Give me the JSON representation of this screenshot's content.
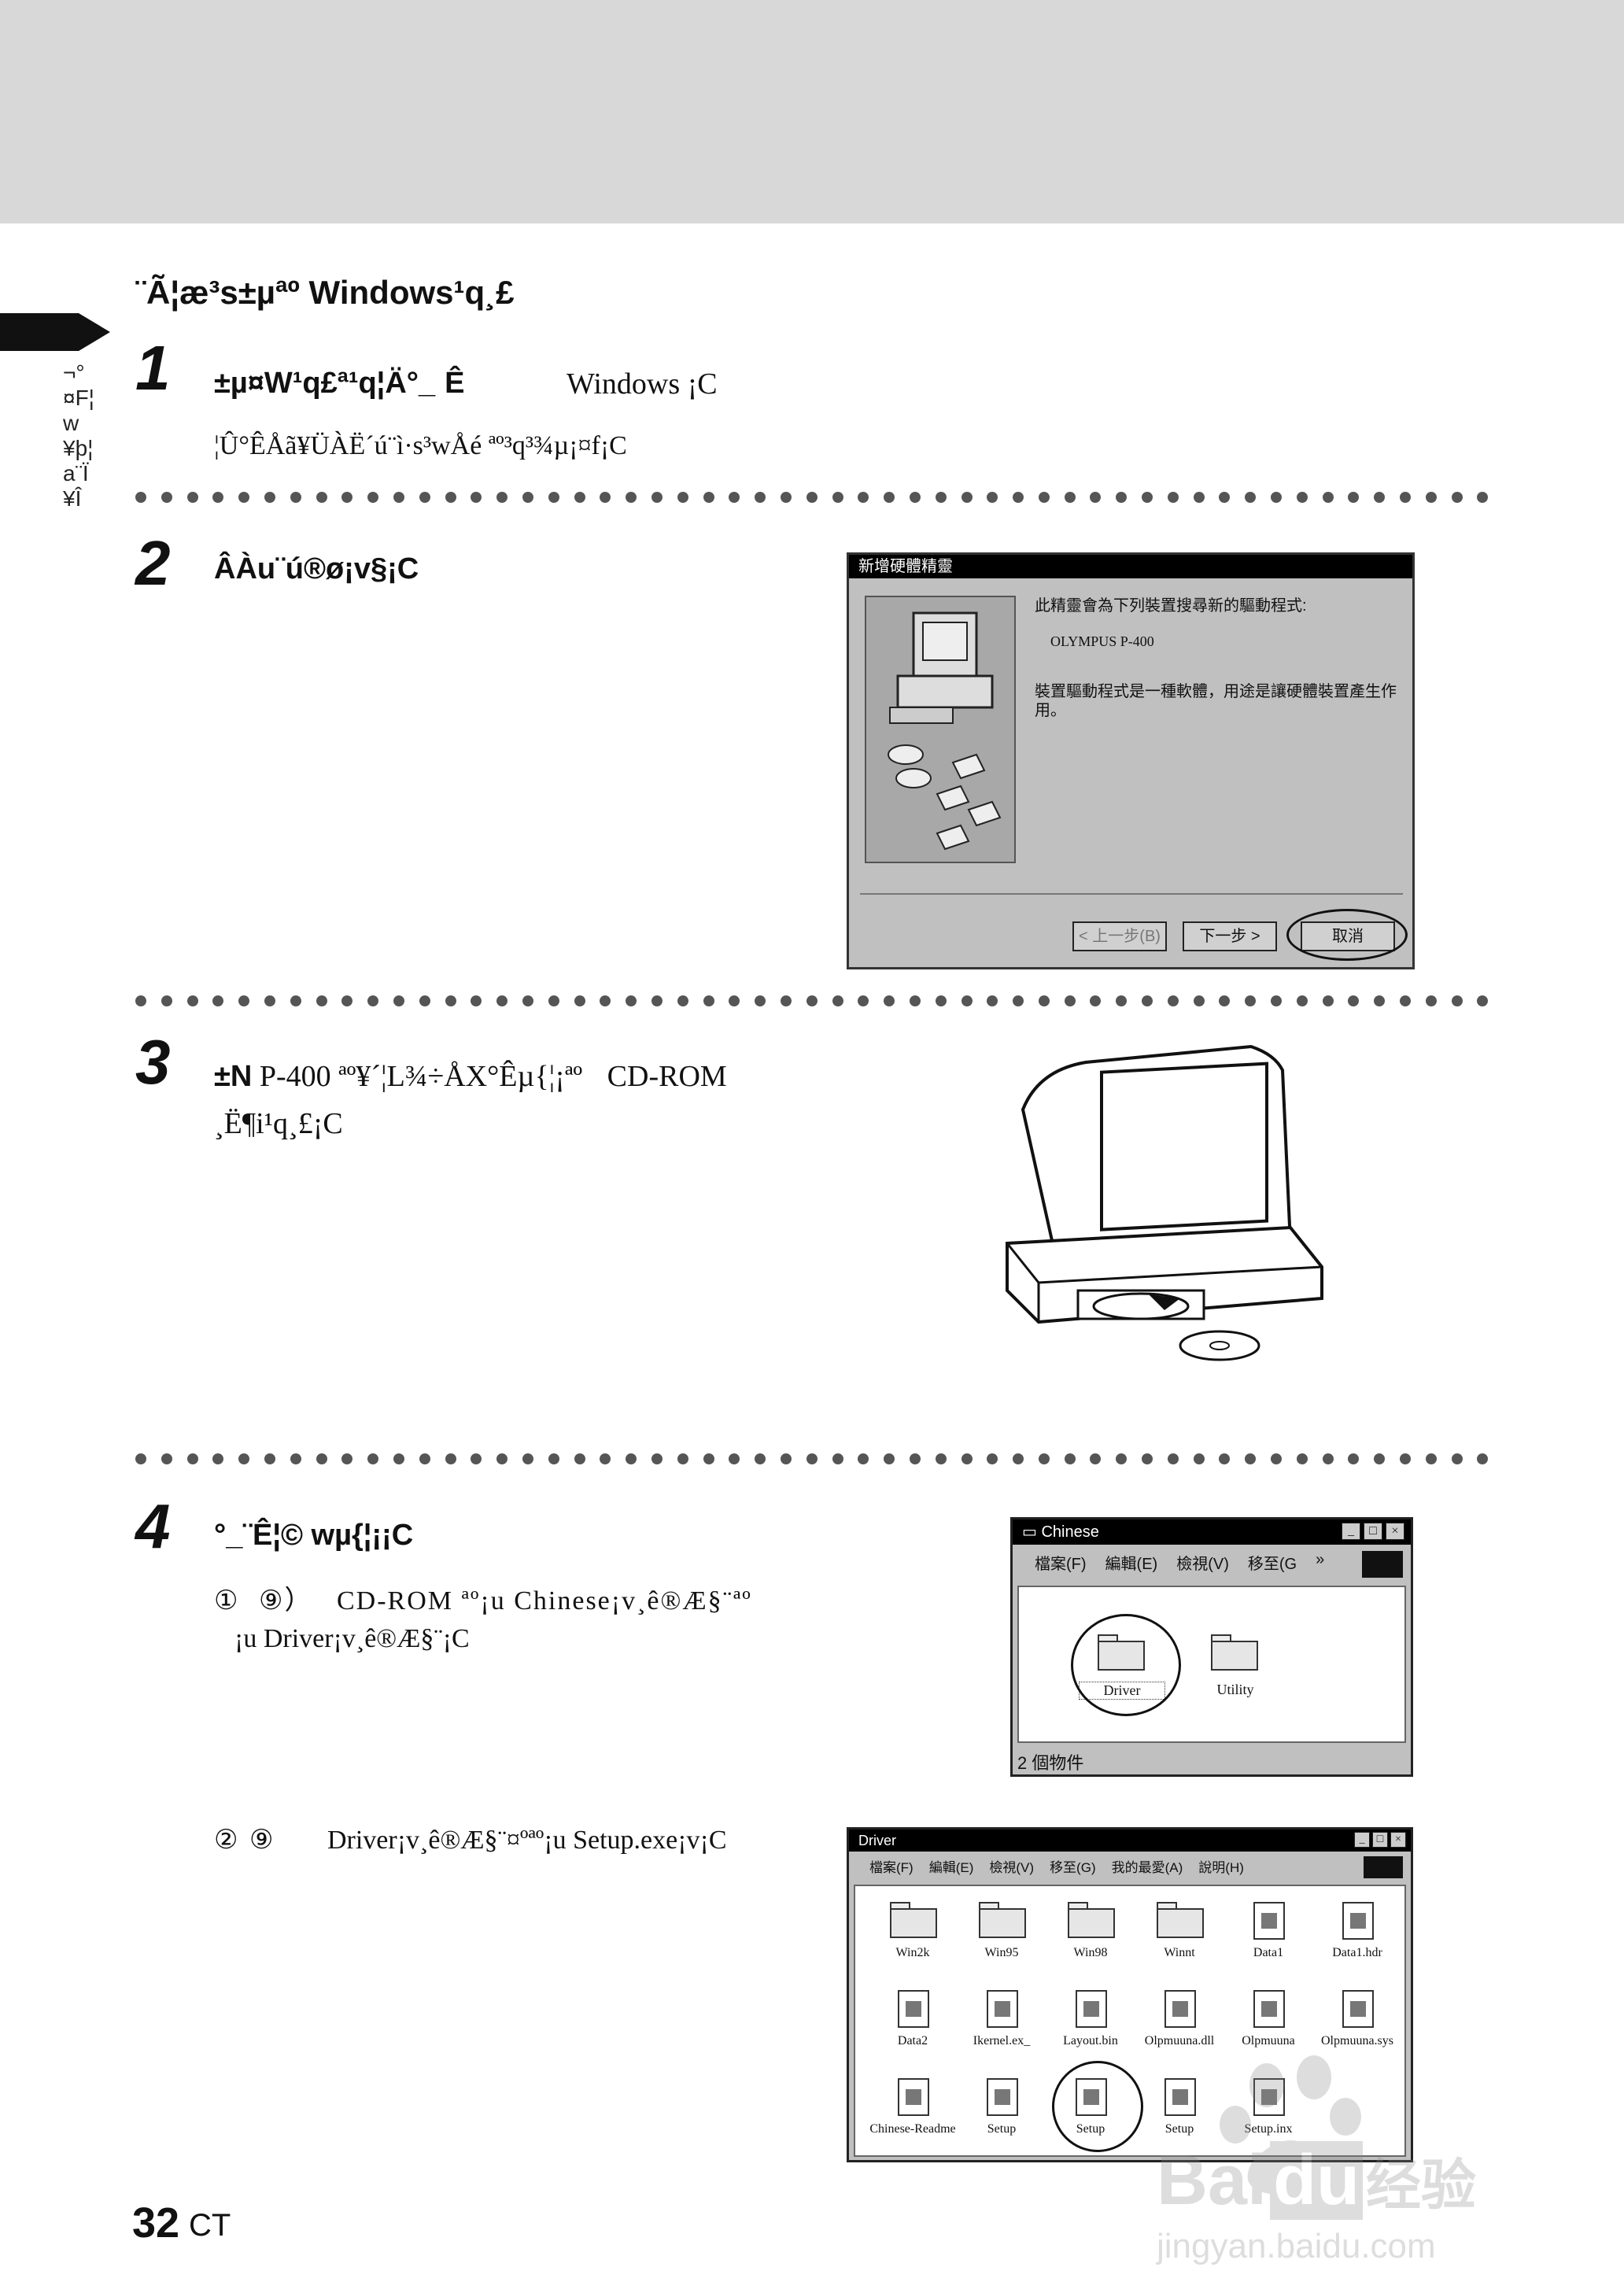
{
  "side_label": "¬°¤F¦w¥þ¦a¨Ï¥Î",
  "section_title": "¨Ã¦æ³s±µªº Windows¹q¸£",
  "steps": [
    {
      "num": "1",
      "title": "±µ¤W¹q£ª¹q¦Ä°_",
      "title_tail": "Ê",
      "extra": "Windows ¡C",
      "body": "¦Û°ÊÅã¥ÜÀË´ú¨ì·s³wÅé ªº³q³¾µ¡¤f¡C"
    },
    {
      "num": "2",
      "title": "ÂÀu¨ú®ø¡v§¡C"
    },
    {
      "num": "3",
      "title_bold": "±N",
      "title_rest": "P-400 ªº¥´¦L¾÷ÅX°Êµ{¦¡ªº",
      "cd": "CD-ROM",
      "body": "¸Ë¶i¹q¸£¡C"
    },
    {
      "num": "4",
      "title": "°_¨Ê¦© wµ{¦¡¡C",
      "sub1_num": "①",
      "sub1_mark": "⑨）",
      "sub1_text": "CD-ROM ªº¡u Chinese¡v¸ê®Æ§¨ªº",
      "sub1_text2": "¡u Driver¡v¸ê®Æ§¨¡C",
      "sub2_num": "②",
      "sub2_mark": "⑨",
      "sub2_text": "Driver¡v¸ê®Æ§¨¤ºªº¡u  Setup.exe¡v¡C"
    }
  ],
  "wizard": {
    "title": "新增硬體精靈",
    "line1": "此精靈會為下列裝置搜尋新的驅動程式:",
    "device": "OLYMPUS P-400",
    "line2": "裝置驅動程式是一種軟體，用途是讓硬體裝置產生作用。",
    "back": "< 上一步(B)",
    "next": "下一步 >",
    "cancel": "取消"
  },
  "chinese_window": {
    "title": "Chinese",
    "menu": [
      "檔案(F)",
      "編輯(E)",
      "檢視(V)",
      "移至(G"
    ],
    "more": "»",
    "folders": [
      "Driver",
      "Utility"
    ],
    "status": "2 個物件"
  },
  "driver_window": {
    "title": "Driver",
    "menu": [
      "檔案(F)",
      "編輯(E)",
      "檢視(V)",
      "移至(G)",
      "我的最愛(A)",
      "說明(H)"
    ],
    "row1": [
      "Win2k",
      "Win95",
      "Win98",
      "Winnt",
      "Data1",
      "Data1.hdr"
    ],
    "row2": [
      "Data2",
      "Ikernel.ex_",
      "Layout.bin",
      "Olpmuuna.dll",
      "Olpmuuna",
      "Olpmuuna.sys"
    ],
    "row3": [
      "Chinese-Readme",
      "Setup",
      "Setup",
      "Setup",
      "Setup.inx"
    ]
  },
  "page_number": "32",
  "page_suffix": "CT",
  "watermark": {
    "logo": "Bai",
    "logo2": "du",
    "cn": "经验",
    "url": "jingyan.baidu.com"
  }
}
